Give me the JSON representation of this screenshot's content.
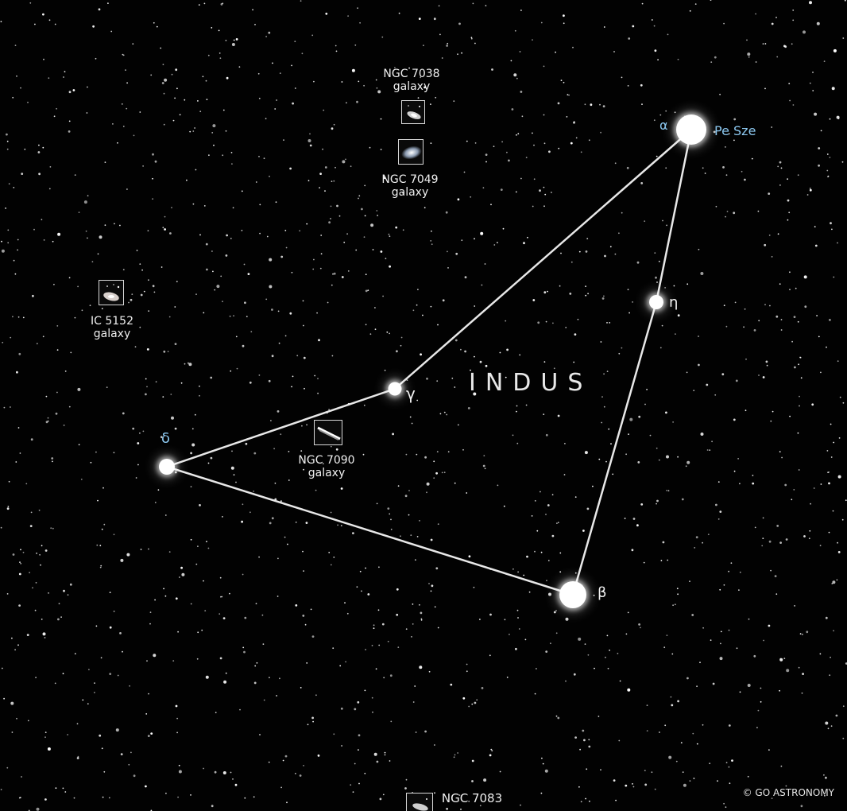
{
  "constellation": {
    "name": "INDUS"
  },
  "stars": [
    {
      "id": "alpha",
      "greek": "α",
      "proper_name": "Pe Sze",
      "label_color": "blue"
    },
    {
      "id": "beta",
      "greek": "β",
      "proper_name": "",
      "label_color": "white"
    },
    {
      "id": "gamma",
      "greek": "γ",
      "proper_name": "",
      "label_color": "white"
    },
    {
      "id": "delta",
      "greek": "δ",
      "proper_name": "",
      "label_color": "blue"
    },
    {
      "id": "eta",
      "greek": "η",
      "proper_name": "",
      "label_color": "white"
    }
  ],
  "lines": [
    [
      "delta",
      "gamma"
    ],
    [
      "gamma",
      "alpha"
    ],
    [
      "alpha",
      "eta"
    ],
    [
      "eta",
      "beta"
    ],
    [
      "beta",
      "delta"
    ]
  ],
  "deep_sky_objects": [
    {
      "id": "ngc7038",
      "name": "NGC 7038",
      "kind": "galaxy",
      "icon": "spiral-galaxy-icon"
    },
    {
      "id": "ngc7049",
      "name": "NGC 7049",
      "kind": "galaxy",
      "icon": "elliptical-galaxy-icon"
    },
    {
      "id": "ic5152",
      "name": "IC 5152",
      "kind": "galaxy",
      "icon": "irregular-galaxy-icon"
    },
    {
      "id": "ngc7090",
      "name": "NGC 7090",
      "kind": "galaxy",
      "icon": "edge-on-galaxy-icon"
    },
    {
      "id": "ngc7083",
      "name": "NGC 7083",
      "kind": "",
      "icon": "spiral-galaxy-icon"
    }
  ],
  "credit": "© GO ASTRONOMY",
  "colors": {
    "background": "#020202",
    "star_label_blue": "#8cc8f0",
    "line": "#e8e8e8"
  }
}
